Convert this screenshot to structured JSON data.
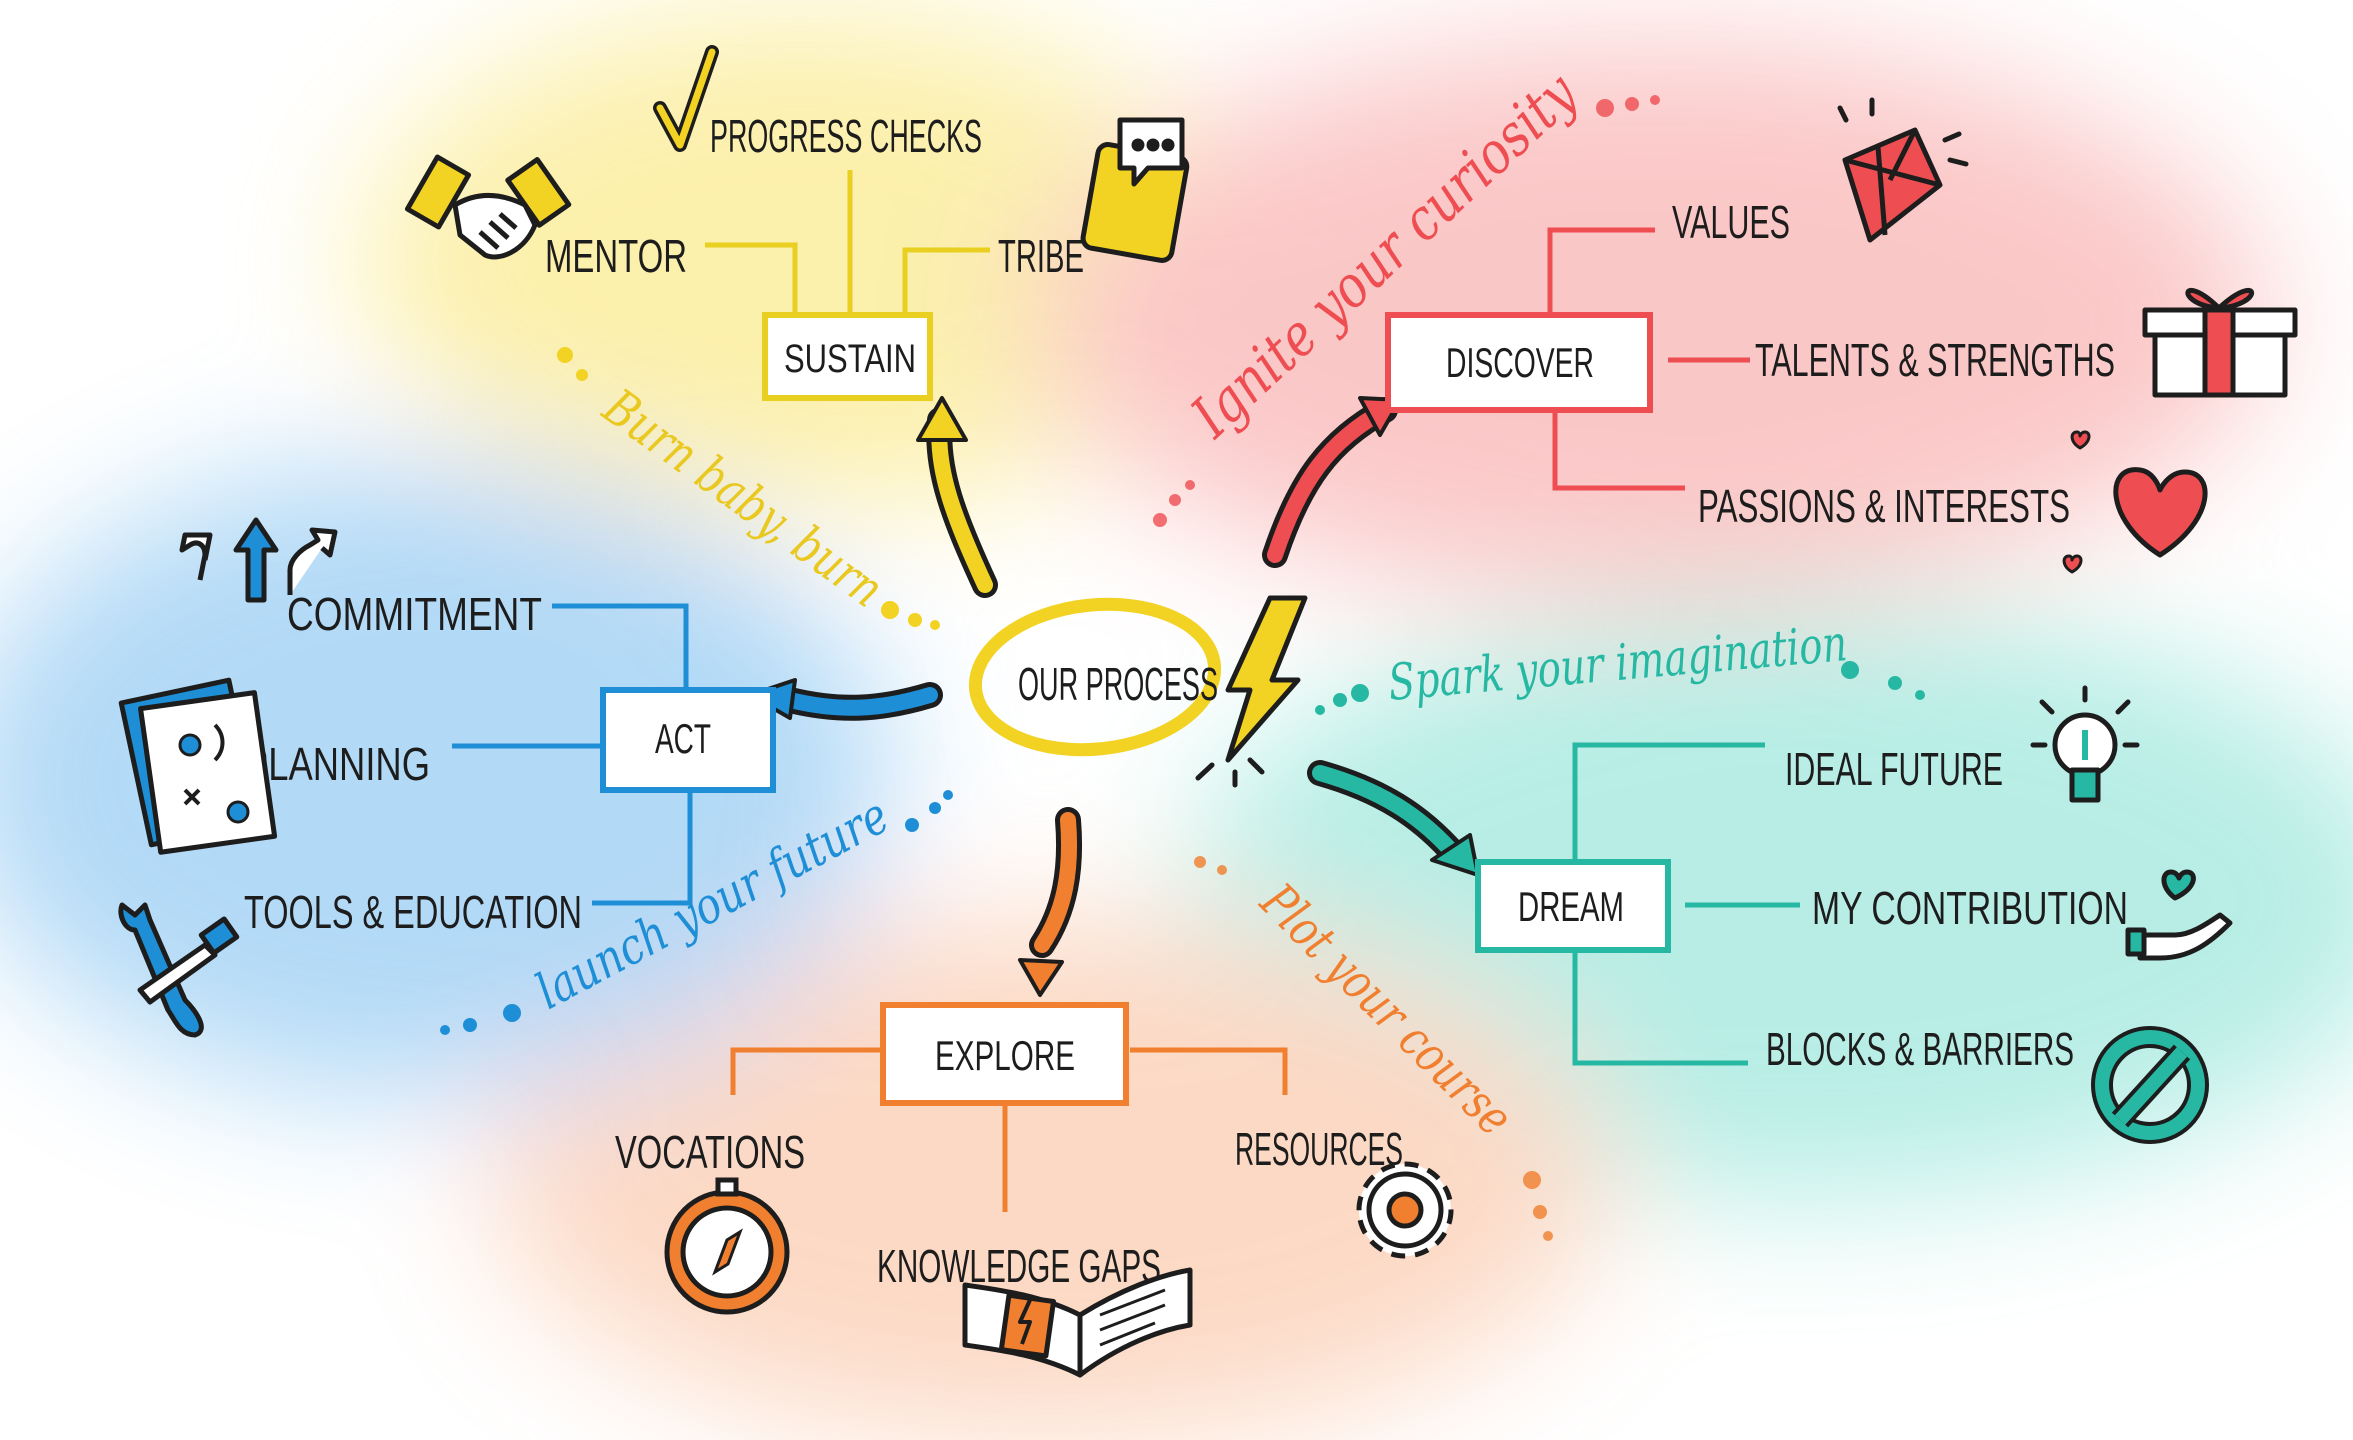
{
  "center": {
    "label": "OUR PROCESS",
    "ring_color": "#f2d323",
    "bolt_color": "#f2d323"
  },
  "branches": {
    "sustain": {
      "label": "SUSTAIN",
      "color": "#e9cf1f",
      "tagline": "Burn baby, burn",
      "items": [
        "MENTOR",
        "PROGRESS CHECKS",
        "TRIBE"
      ],
      "icons": [
        "handshake-icon",
        "checkmark-icon",
        "chat-phone-icon"
      ]
    },
    "discover": {
      "label": "DISCOVER",
      "color": "#ee4e52",
      "tagline": "Ignite your curiosity",
      "items": [
        "VALUES",
        "TALENTS & STRENGTHS",
        "PASSIONS & INTERESTS"
      ],
      "icons": [
        "diamond-icon",
        "gift-icon",
        "heart-icon"
      ]
    },
    "dream": {
      "label": "DREAM",
      "color": "#27b8a3",
      "tagline": "Spark your imagination",
      "items": [
        "IDEAL FUTURE",
        "MY CONTRIBUTION",
        "BLOCKS & BARRIERS"
      ],
      "icons": [
        "lightbulb-icon",
        "giving-hand-icon",
        "prohibited-icon"
      ]
    },
    "explore": {
      "label": "EXPLORE",
      "color": "#f07f2f",
      "tagline": "Plot your course",
      "items": [
        "VOCATIONS",
        "KNOWLEDGE GAPS",
        "RESOURCES"
      ],
      "icons": [
        "compass-icon",
        "book-icon",
        "gear-icon"
      ]
    },
    "act": {
      "label": "ACT",
      "color": "#1e8fd6",
      "tagline": "launch your future",
      "items": [
        "COMMITMENT",
        "PLANNING",
        "TOOLS & EDUCATION"
      ],
      "icons": [
        "direction-arrows-icon",
        "plan-board-icon",
        "wrench-screwdriver-icon"
      ]
    }
  }
}
